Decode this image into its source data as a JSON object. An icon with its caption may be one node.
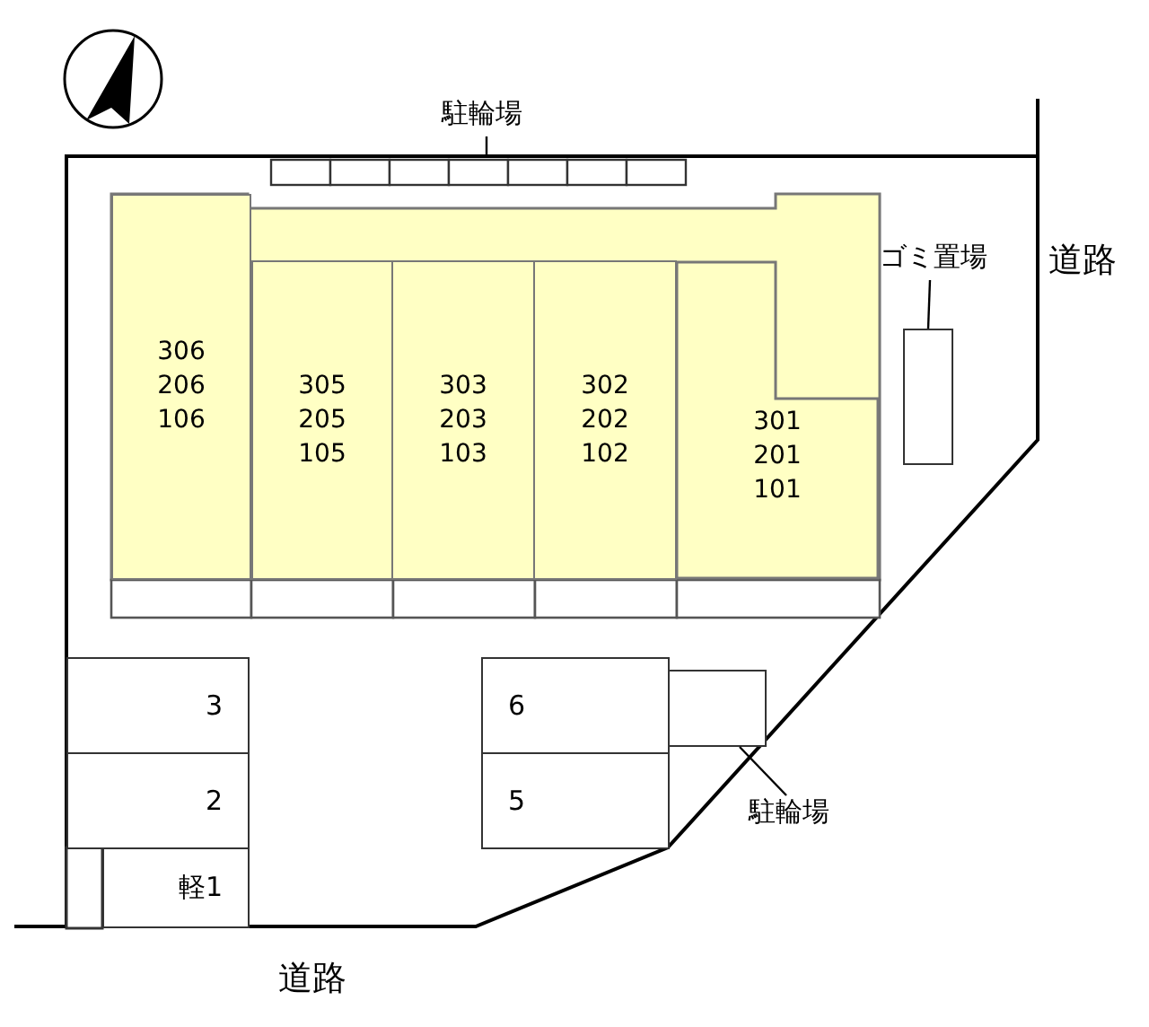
{
  "diagram": {
    "nodes": [
      {
        "text": [
          "306 206 106"
        ]
      },
      {
        "text": [
          "305 205 105"
        ]
      },
      {
        "text": [
          "303 203 103"
        ]
      },
      {
        "text": [
          "302 202 102"
        ]
      },
      {
        "text": [
          "301 201 101"
        ]
      },
      {
        "text": [
          "駐輪場"
        ]
      },
      {
        "text": [],
        "shape": "bar"
      },
      {
        "text": [
          "ゴミ置場"
        ]
      },
      {
        "text": [],
        "shape": "box"
      },
      {
        "text": [
          "3"
        ]
      },
      {
        "text": [
          "2"
        ]
      },
      {
        "text": [
          "軽1"
        ]
      },
      {
        "text": [
          "6"
        ]
      },
      {
        "text": [
          "5"
        ]
      },
      {
        "text": [],
        "shape": "box"
      },
      {
        "text": [
          "駐輪場"
        ]
      }
    ],
    "edges": [
      {
        "from": 5,
        "to": 6,
        "arrow": "none"
      },
      {
        "from": 7,
        "to": 8,
        "arrow": "none"
      },
      {
        "from": 15,
        "to": 14,
        "arrow": "none"
      }
    ],
    "labels": [
      "道路",
      "道路"
    ]
  }
}
